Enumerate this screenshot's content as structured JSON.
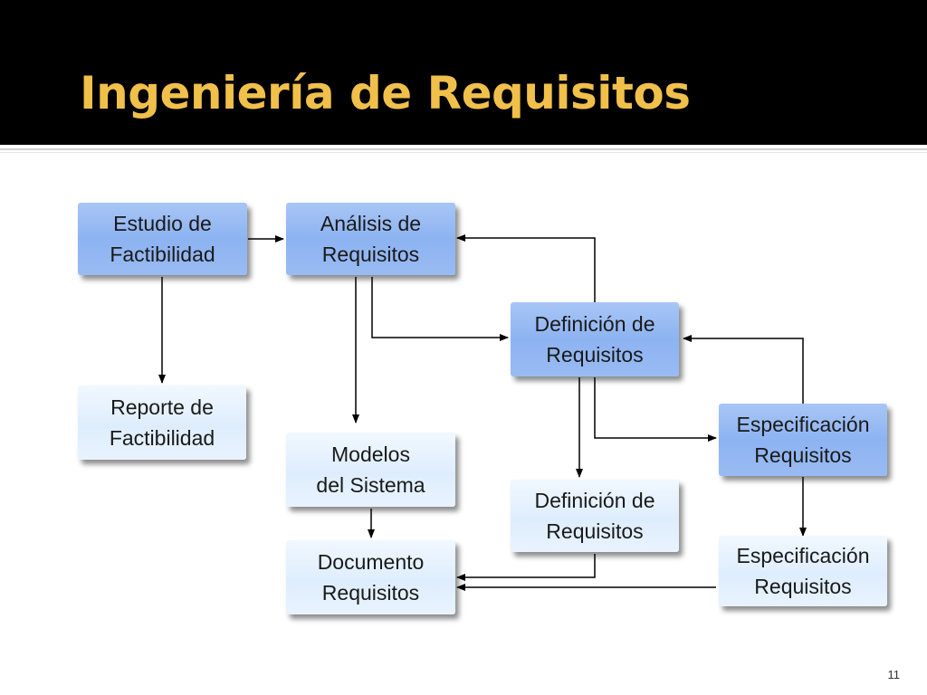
{
  "slide": {
    "title": "Ingeniería de Requisitos",
    "page_number": "11"
  },
  "nodes": {
    "estudio_factibilidad": "Estudio de\nFactibilidad",
    "analisis_requisitos": "Análisis de\nRequisitos",
    "definicion_requisitos_process": "Definición de\nRequisitos",
    "especificacion_requisitos_process": "Especificación\nRequisitos",
    "reporte_factibilidad": "Reporte de\nFactibilidad",
    "modelos_sistema": "Modelos\ndel Sistema",
    "definicion_requisitos_doc": "Definición de\nRequisitos",
    "documento_requisitos": "Documento\nRequisitos",
    "especificacion_requisitos_doc": "Especificación\nRequisitos"
  },
  "colors": {
    "title_background": "#000000",
    "title_text": "#f0c04a",
    "process_box": "#9dbef4",
    "document_box": "#e4f0fd",
    "connector": "#000000"
  }
}
